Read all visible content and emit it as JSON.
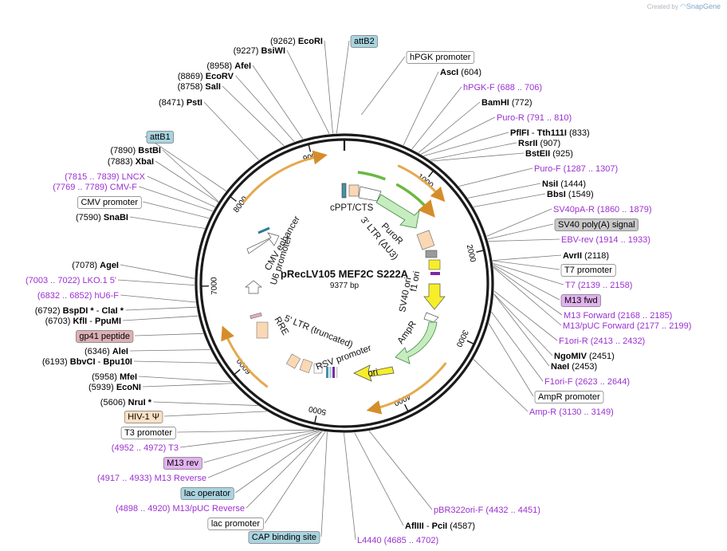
{
  "credit": {
    "prefix": "Created by",
    "brand": "SnapGene"
  },
  "plasmid": {
    "name": "pRecLV105 MEF2C S222A",
    "size_label": "9377 bp",
    "length": 9377
  },
  "colors": {
    "primer": "#9b30d0",
    "feature_box_blue": "#a9d4e0",
    "feature_box_purple": "#e2b2ef",
    "feature_box_pink": "#dcb0b6",
    "feature_box_orange": "#fbe1c3",
    "feature_box_gray": "#c8c8c8",
    "orange_arc": "#e4a94e",
    "green_arc": "#6ab83f",
    "yellow": "#f7ee2a",
    "light_green": "#c6ecc0",
    "peach": "#fbd8b4"
  },
  "ticks": [
    "1000",
    "2000",
    "3000",
    "4000",
    "5000",
    "6000",
    "7000",
    "8000",
    "9000"
  ],
  "inner_features": [
    "cPPT/CTS",
    "PuroR",
    "3' LTR (ΔU3)",
    "SV40 ori",
    "f1 ori",
    "AmpR",
    "ori",
    "RSV promoter",
    "5' LTR (truncated)",
    "RRE",
    "U6 promoter",
    "CMV enhancer"
  ],
  "right_labels": [
    {
      "type": "box",
      "text": "hPGK promoter",
      "color": "white"
    },
    {
      "type": "site",
      "name": "AscI",
      "pos": "(604)"
    },
    {
      "type": "primer",
      "text": "hPGK-F",
      "range": "(688 .. 706)"
    },
    {
      "type": "site",
      "name": "BamHI",
      "pos": "(772)"
    },
    {
      "type": "primer",
      "text": "Puro-R",
      "range": "(791 .. 810)"
    },
    {
      "type": "site",
      "name": "PflFI",
      "extra": "Tth111I",
      "pos": "(833)"
    },
    {
      "type": "site",
      "name": "RsrII",
      "pos": "(907)"
    },
    {
      "type": "site",
      "name": "BstEII",
      "pos": "(925)"
    },
    {
      "type": "primer",
      "text": "Puro-F",
      "range": "(1287 .. 1307)"
    },
    {
      "type": "site",
      "name": "NsiI",
      "pos": "(1444)"
    },
    {
      "type": "site",
      "name": "BbsI",
      "pos": "(1549)"
    },
    {
      "type": "primer",
      "text": "SV40pA-R",
      "range": "(1860 .. 1879)"
    },
    {
      "type": "box",
      "text": "SV40 poly(A) signal",
      "color": "gray"
    },
    {
      "type": "primer",
      "text": "EBV-rev",
      "range": "(1914 .. 1933)"
    },
    {
      "type": "site",
      "name": "AvrII",
      "pos": "(2118)"
    },
    {
      "type": "box",
      "text": "T7 promoter",
      "color": "white"
    },
    {
      "type": "primer",
      "text": "T7",
      "range": "(2139 .. 2158)"
    },
    {
      "type": "box",
      "text": "M13 fwd",
      "color": "purple"
    },
    {
      "type": "primer",
      "text": "M13 Forward",
      "range": "(2168 .. 2185)"
    },
    {
      "type": "primer",
      "text": "M13/pUC Forward",
      "range": "(2177 .. 2199)"
    },
    {
      "type": "primer",
      "text": "F1ori-R",
      "range": "(2413 .. 2432)"
    },
    {
      "type": "site",
      "name": "NgoMIV",
      "pos": "(2451)"
    },
    {
      "type": "site",
      "name": "NaeI",
      "pos": "(2453)"
    },
    {
      "type": "primer",
      "text": "F1ori-F",
      "range": "(2623 .. 2644)"
    },
    {
      "type": "box",
      "text": "AmpR promoter",
      "color": "white"
    },
    {
      "type": "primer",
      "text": "Amp-R",
      "range": "(3130 .. 3149)"
    }
  ],
  "bottom_labels": [
    {
      "type": "primer",
      "text": "pBR322ori-F",
      "range": "(4432 .. 4451)"
    },
    {
      "type": "site",
      "name": "AflIII",
      "extra": "PciI",
      "pos": "(4587)"
    },
    {
      "type": "primer",
      "text": "L4440",
      "range": "(4685 .. 4702)"
    }
  ],
  "left_labels": [
    {
      "type": "site",
      "name": "EcoRI",
      "pos": "(9262)"
    },
    {
      "type": "box",
      "text": "attB2",
      "color": "blue"
    },
    {
      "type": "site",
      "name": "BsiWI",
      "pos": "(9227)"
    },
    {
      "type": "site",
      "name": "AfeI",
      "pos": "(8958)"
    },
    {
      "type": "site",
      "name": "EcoRV",
      "pos": "(8869)"
    },
    {
      "type": "site",
      "name": "SalI",
      "pos": "(8758)"
    },
    {
      "type": "site",
      "name": "PstI",
      "pos": "(8471)"
    },
    {
      "type": "box",
      "text": "attB1",
      "color": "blue"
    },
    {
      "type": "site",
      "name": "BstBI",
      "pos": "(7890)"
    },
    {
      "type": "site",
      "name": "XbaI",
      "pos": "(7883)"
    },
    {
      "type": "primer",
      "text": "LNCX",
      "range": "(7815 .. 7839)"
    },
    {
      "type": "primer",
      "text": "CMV-F",
      "range": "(7769 .. 7789)"
    },
    {
      "type": "box",
      "text": "CMV promoter",
      "color": "white"
    },
    {
      "type": "site",
      "name": "SnaBI",
      "pos": "(7590)"
    },
    {
      "type": "site",
      "name": "AgeI",
      "pos": "(7078)"
    },
    {
      "type": "primer",
      "text": "LKO.1 5'",
      "range": "(7003 .. 7022)"
    },
    {
      "type": "primer",
      "text": "hU6-F",
      "range": "(6832 .. 6852)"
    },
    {
      "type": "site",
      "name": "BspDI *",
      "extra": "ClaI *",
      "pos": "(6792)"
    },
    {
      "type": "site",
      "name": "KflI",
      "extra": "PpuMI",
      "pos": "(6703)"
    },
    {
      "type": "box",
      "text": "gp41 peptide",
      "color": "pink"
    },
    {
      "type": "site",
      "name": "AleI",
      "pos": "(6346)"
    },
    {
      "type": "site",
      "name": "BbvCI",
      "extra": "Bpu10I",
      "pos": "(6193)"
    },
    {
      "type": "site",
      "name": "MfeI",
      "pos": "(5958)"
    },
    {
      "type": "site",
      "name": "EcoNI",
      "pos": "(5939)"
    },
    {
      "type": "site",
      "name": "NruI *",
      "pos": "(5606)"
    },
    {
      "type": "box",
      "text": "HIV-1 Ψ",
      "color": "orange"
    },
    {
      "type": "box",
      "text": "T3 promoter",
      "color": "white"
    },
    {
      "type": "primer",
      "text": "T3",
      "range": "(4952 .. 4972)"
    },
    {
      "type": "box",
      "text": "M13 rev",
      "color": "purple"
    },
    {
      "type": "primer",
      "text": "M13 Reverse",
      "range": "(4917 .. 4933)"
    },
    {
      "type": "box",
      "text": "lac operator",
      "color": "blue"
    },
    {
      "type": "primer",
      "text": "M13/pUC Reverse",
      "range": "(4898 .. 4920)"
    },
    {
      "type": "box",
      "text": "lac promoter",
      "color": "white"
    },
    {
      "type": "box",
      "text": "CAP binding site",
      "color": "blue"
    }
  ]
}
